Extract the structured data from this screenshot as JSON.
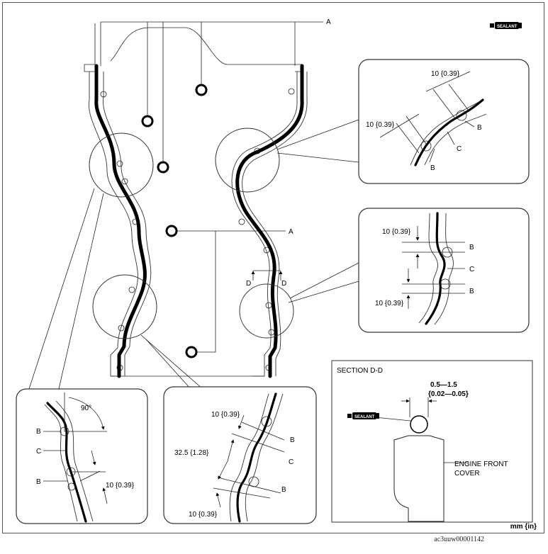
{
  "sealant_label": "SEALANT",
  "labels": {
    "a": "A",
    "b": "B",
    "c": "C",
    "d": "D",
    "dim_10": "10 {0.39}",
    "dim_32": "32.5 {1.28}",
    "angle_90": "90°"
  },
  "section": {
    "title": "SECTION D-D",
    "range_mm": "0.5—1.5",
    "range_in": "{0.02—0.05}",
    "part_line1": "ENGINE FRONT",
    "part_line2": "COVER"
  },
  "units": "mm {in}",
  "figure_code": "ac3uuw00001142"
}
